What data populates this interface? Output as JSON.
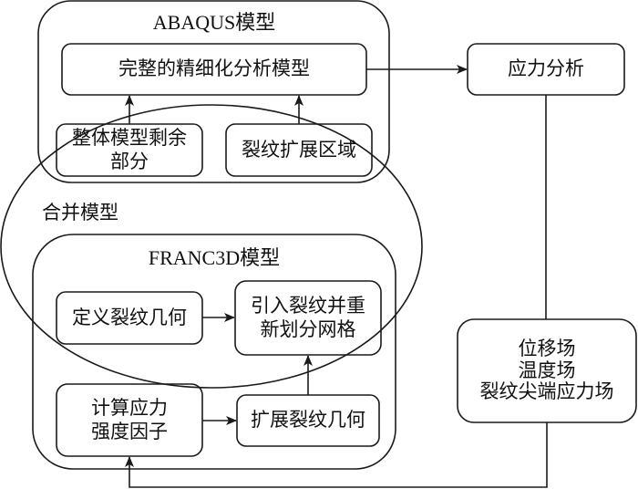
{
  "diagram": {
    "abaqus_group": {
      "title": "ABAQUS模型"
    },
    "full_model": {
      "label": "完整的精细化分析模型"
    },
    "remaining_part": {
      "label": "整体模型剩余\n部分"
    },
    "crack_region": {
      "label": "裂纹扩展区域"
    },
    "stress_analysis": {
      "label": "应力分析"
    },
    "merge_label": "合并模型",
    "franc3d_group": {
      "title": "FRANC3D模型"
    },
    "define_crack": {
      "label": "定义裂纹几何"
    },
    "insert_remesh": {
      "label": "引入裂纹并重\n新划分网格"
    },
    "compute_sif": {
      "label": "计算应力\n强度因子"
    },
    "extend_crack": {
      "label": "扩展裂纹几何"
    },
    "fields": {
      "label": "位移场\n温度场\n裂纹尖端应力场"
    },
    "colors": {
      "stroke": "#1a1a1a",
      "background": "#ffffff"
    }
  }
}
